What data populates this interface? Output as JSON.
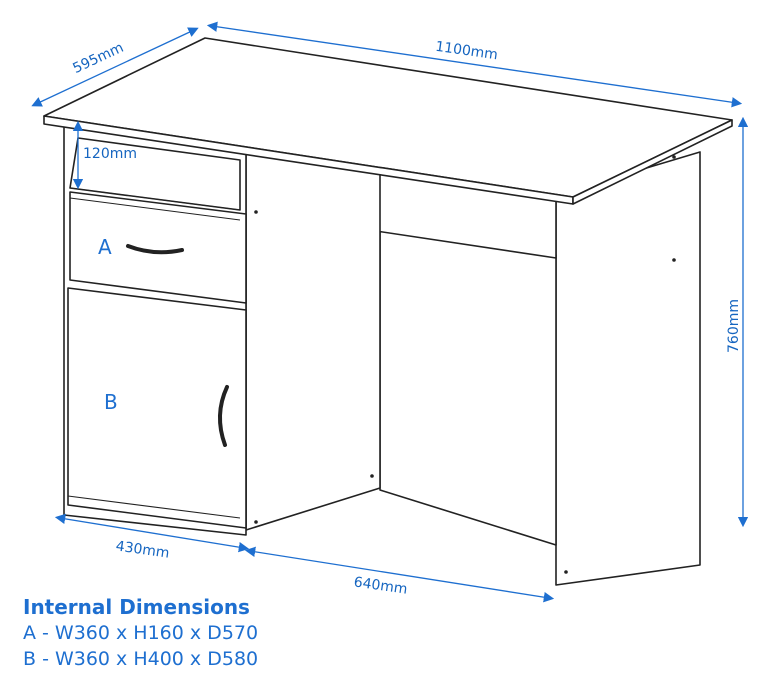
{
  "dimensions": {
    "width": "1100mm",
    "depth": "595mm",
    "height": "760mm",
    "shelf_gap": "120mm",
    "pedestal_depth": "430mm",
    "kneehole_width": "640mm"
  },
  "parts": {
    "a_label": "A",
    "b_label": "B"
  },
  "internal": {
    "heading": "Internal Dimensions",
    "rows": [
      "A - W360 x H160 x D570",
      "B - W360 x H400 x D580"
    ]
  },
  "colors": {
    "accent": "#1e6fd0",
    "line": "#222222"
  }
}
